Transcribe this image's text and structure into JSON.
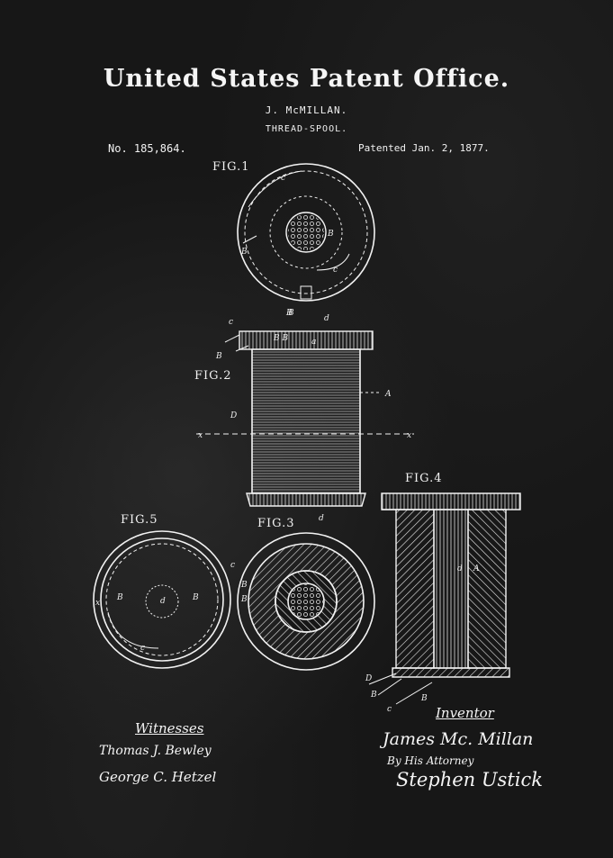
{
  "header": {
    "title": "United States Patent Office.",
    "inventor": "J. McMILLAN.",
    "invention": "THREAD-SPOOL.",
    "patent_number": "No. 185,864.",
    "patent_date": "Patented Jan. 2, 1877."
  },
  "figures": {
    "fig1": "FIG.1",
    "fig2": "FIG.2",
    "fig3": "FIG.3",
    "fig4": "FIG.4",
    "fig5": "FIG.5"
  },
  "signatures": {
    "witnesses_heading": "Witnesses",
    "witness_1": "Thomas J. Bewley",
    "witness_2": "George C. Hetzel",
    "inventor_heading": "Inventor",
    "inventor_signature": "James Mc. Millan",
    "attorney_line": "By His Attorney",
    "attorney_signature": "Stephen Ustick"
  },
  "colors": {
    "background": "#171717",
    "ink": "#f2f2f2"
  }
}
